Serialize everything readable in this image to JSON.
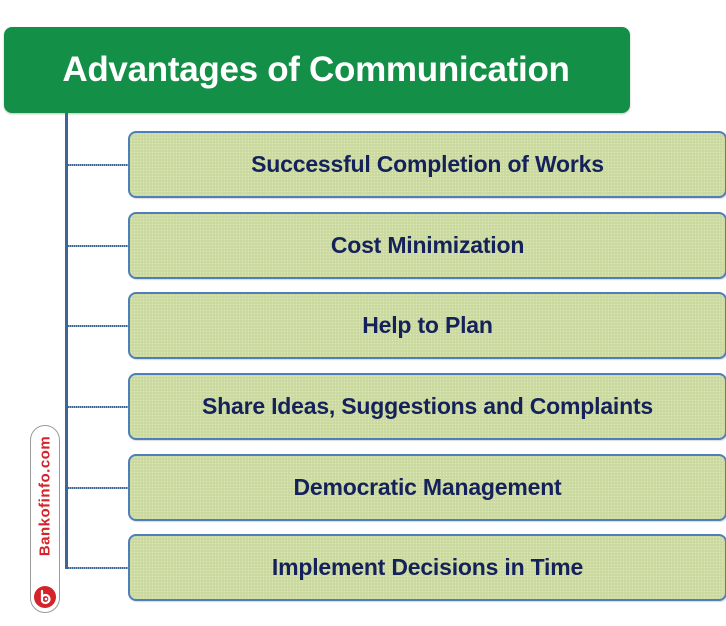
{
  "diagram": {
    "title": "Advantages of Communication",
    "items": [
      {
        "label": "Successful Completion of Works"
      },
      {
        "label": "Cost Minimization"
      },
      {
        "label": "Help to Plan"
      },
      {
        "label": "Share Ideas, Suggestions and Complaints"
      },
      {
        "label": "Democratic Management"
      },
      {
        "label": "Implement Decisions in Time"
      }
    ]
  },
  "watermark": {
    "text": "Bankofinfo.com",
    "logo_icon": "bankofinfo-logo-icon"
  },
  "colors": {
    "title_bg": "#138f47",
    "title_text": "#ffffff",
    "item_bg": "#cad99d",
    "item_border": "#4f7fb9",
    "item_text": "#15215a",
    "connector": "#3d6696",
    "watermark_red": "#d4232a"
  }
}
